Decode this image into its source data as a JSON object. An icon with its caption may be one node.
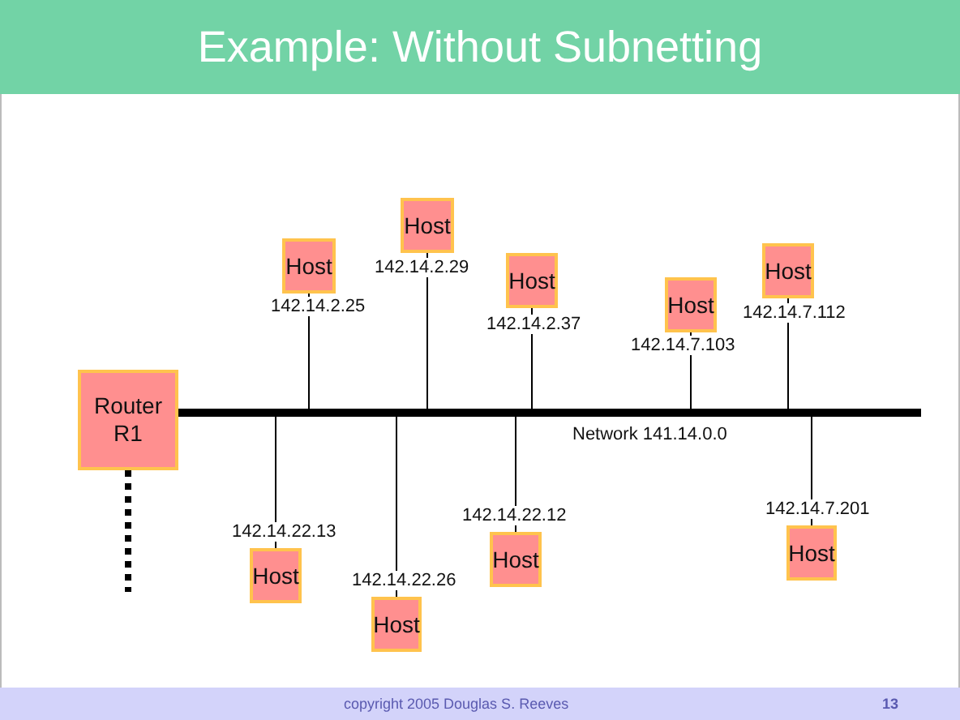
{
  "diagram": {
    "title": "Example: Without Subnetting",
    "nodes": [
      {
        "text": [
          "Router R1"
        ]
      },
      {
        "text": [],
        "shape": "bar",
        "beside": [
          "Network 141.14.0.0"
        ]
      },
      {
        "text": [
          "Host"
        ],
        "beside": [
          "142.14.2.25"
        ]
      },
      {
        "text": [
          "Host"
        ],
        "beside": [
          "142.14.2.29"
        ]
      },
      {
        "text": [
          "Host"
        ],
        "beside": [
          "142.14.2.37"
        ]
      },
      {
        "text": [
          "Host"
        ],
        "beside": [
          "142.14.7.103"
        ]
      },
      {
        "text": [
          "Host"
        ],
        "beside": [
          "142.14.7.112"
        ]
      },
      {
        "text": [
          "Host"
        ],
        "beside": [
          "142.14.22.13"
        ]
      },
      {
        "text": [
          "Host"
        ],
        "beside": [
          "142.14.22.26"
        ]
      },
      {
        "text": [
          "Host"
        ],
        "beside": [
          "142.14.22.12"
        ]
      },
      {
        "text": [
          "Host"
        ],
        "beside": [
          "142.14.7.201"
        ]
      }
    ],
    "edges": [
      {
        "from": 0,
        "to": 1,
        "arrow": "none",
        "style": "thick"
      },
      {
        "from": 0,
        "to": null,
        "arrow": "none",
        "style": "dashed"
      },
      {
        "from": 2,
        "to": 1,
        "arrow": "none"
      },
      {
        "from": 3,
        "to": 1,
        "arrow": "none"
      },
      {
        "from": 4,
        "to": 1,
        "arrow": "none"
      },
      {
        "from": 5,
        "to": 1,
        "arrow": "none"
      },
      {
        "from": 6,
        "to": 1,
        "arrow": "none"
      },
      {
        "from": 7,
        "to": 1,
        "arrow": "none"
      },
      {
        "from": 8,
        "to": 1,
        "arrow": "none"
      },
      {
        "from": 9,
        "to": 1,
        "arrow": "none"
      },
      {
        "from": 10,
        "to": 1,
        "arrow": "none"
      }
    ],
    "labels": [
      "copyright 2005 Douglas S. Reeves",
      "13"
    ]
  }
}
